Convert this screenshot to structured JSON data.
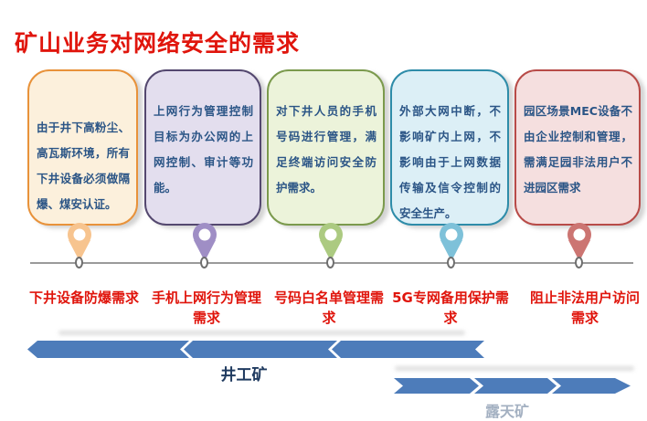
{
  "title": "矿山业务对网络安全的需求",
  "colors": {
    "title_red": "#E0150C",
    "label_red": "#E0150C",
    "card_text_navy": "#2B5586",
    "band_blue": "#4D7CBA",
    "band_label_navy": "#1F3A5F",
    "timeline_gray": "#9A9A9A"
  },
  "cards": [
    {
      "text": "由于井下高粉尘、高瓦斯环境，所有下井设备必须做隔爆、煤安认证。",
      "label": "下井设备防爆需求",
      "border_color": "#E8923A",
      "fill_color": "#FCF0DC",
      "pin_color": "#F7C48F"
    },
    {
      "text": "上网行为管理控制目标为办公网的上网控制、审计等功能。",
      "label": "手机上网行为管理需求",
      "border_color": "#54486F",
      "fill_color": "#E3DEEE",
      "pin_color": "#9F8EC5"
    },
    {
      "text": "对下井人员的手机号码进行管理，满足终端访问安全防护需求。",
      "label": "号码白名单管理需求",
      "border_color": "#7B9A4D",
      "fill_color": "#ECF3DA",
      "pin_color": "#ACCA81"
    },
    {
      "text": "外部大网中断，不影响矿内上网，不影响由于上网数据传输及信令控制的安全生产。",
      "label": "5G专网备用保护需求",
      "border_color": "#2E8CA9",
      "fill_color": "#DCEFF6",
      "pin_color": "#7EC1D9"
    },
    {
      "text": "园区场景MEC设备不由企业控制和管理，需满足园非法用户不进园区需求",
      "label": "阻止非法用户访问需求",
      "border_color": "#B84B48",
      "fill_color": "#F5DFDF",
      "pin_color": "#CC7572"
    }
  ],
  "bands": {
    "color": "#4D7CBA",
    "underground": {
      "label": "井工矿"
    },
    "open_pit": {
      "label": "露天矿"
    }
  }
}
